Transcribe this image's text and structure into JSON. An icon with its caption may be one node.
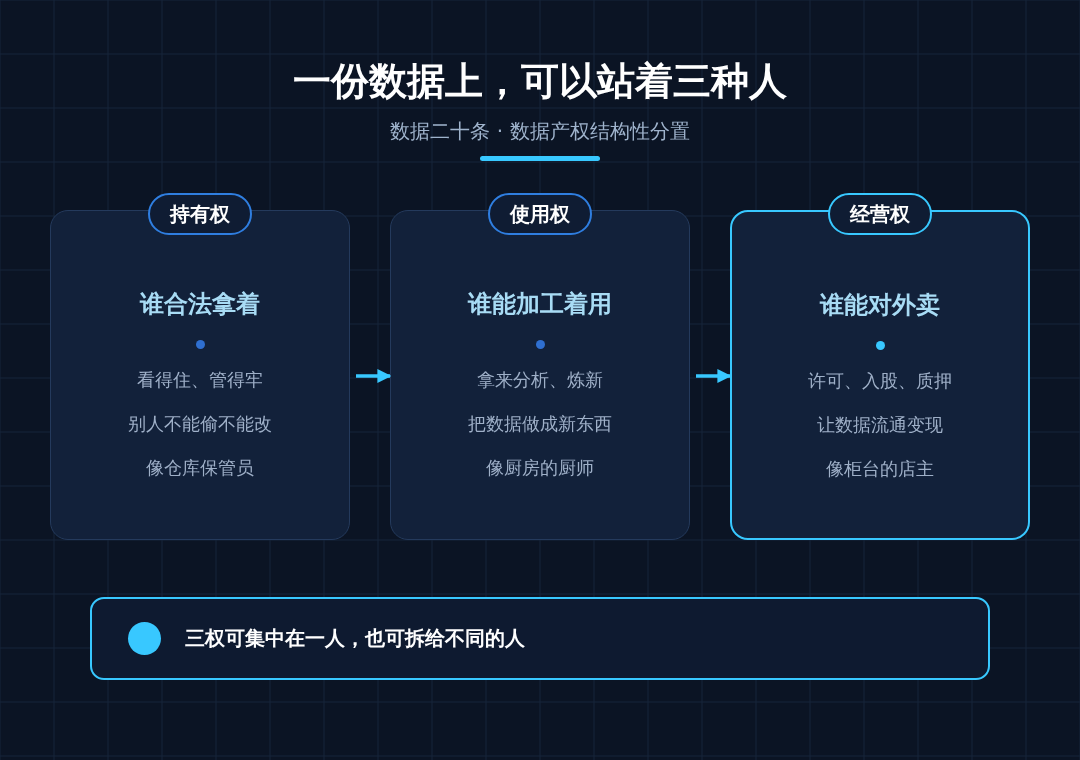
{
  "diagram": {
    "title": "一份数据上，可以站着三种人",
    "nodes": [
      {
        "text": [
          "持有权"
        ]
      },
      {
        "text": [
          "谁合法拿着",
          "看得住、管得牢",
          "别人不能偷不能改",
          "像仓库保管员"
        ]
      },
      {
        "text": [
          "使用权"
        ]
      },
      {
        "text": [
          "谁能加工着用",
          "拿来分析、炼新",
          "把数据做成新东西",
          "像厨房的厨师"
        ]
      },
      {
        "text": [
          "经营权"
        ]
      },
      {
        "text": [
          "谁能对外卖",
          "许可、入股、质押",
          "让数据流通变现",
          "像柜台的店主"
        ]
      },
      {
        "text": [
          "三权可集中在一人，也可拆给不同的人"
        ]
      }
    ],
    "edges": [
      {
        "from": 1,
        "to": 3,
        "arrow": "to"
      },
      {
        "from": 3,
        "to": 5,
        "arrow": "to"
      }
    ],
    "labels": [
      "数据二十条 · 数据产权结构性分置"
    ]
  }
}
